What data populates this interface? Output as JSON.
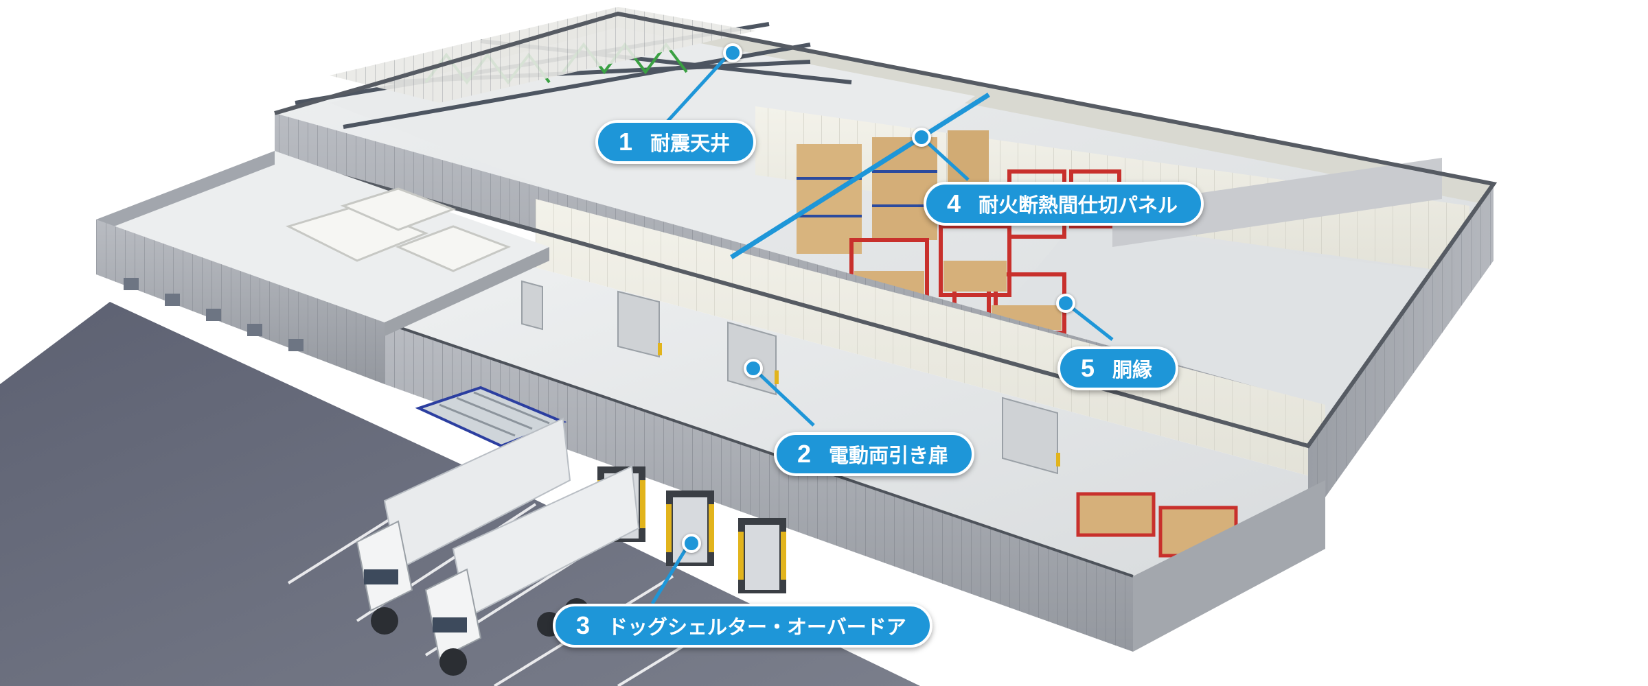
{
  "colors": {
    "callout": "#1e96d8",
    "callout_text": "#ffffff",
    "wall": "#a9adb3",
    "floor": "#e6e8ea",
    "asphalt": "#6b6f7e",
    "rack": "#c8302c"
  },
  "callouts": [
    {
      "number": "1",
      "label": "耐震天井"
    },
    {
      "number": "2",
      "label": "電動両引き扉"
    },
    {
      "number": "3",
      "label": "ドッグシェルター・オーバードア"
    },
    {
      "number": "4",
      "label": "耐火断熱間仕切パネル"
    },
    {
      "number": "5",
      "label": "胴縁"
    }
  ]
}
